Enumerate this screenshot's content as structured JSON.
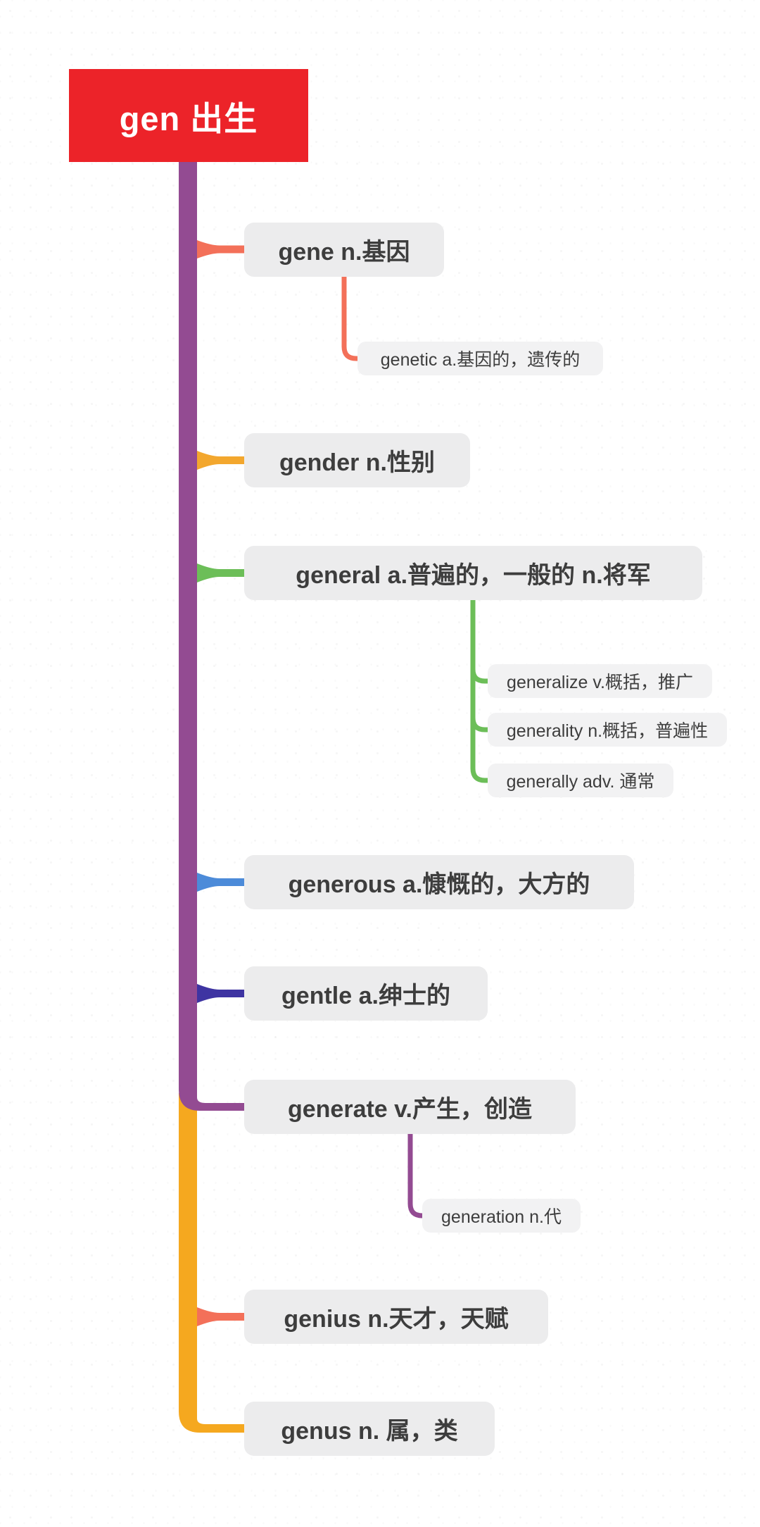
{
  "colors": {
    "root_bg": "#EC2329",
    "root_text": "#FFFFFF",
    "trunk_purple": "#934B92",
    "trunk_yellow": "#F5A81F",
    "branch_salmon": "#F37059",
    "branch_amber": "#F3A72E",
    "branch_green": "#6CBE58",
    "branch_blue": "#4C8BD9",
    "branch_indigo": "#3E34A2",
    "node_bg": "#ECECED",
    "subnode_bg": "#F2F2F3",
    "node_text": "#3D3D3D"
  },
  "mindmap": {
    "root": {
      "label": "gen 出生"
    },
    "branches": [
      {
        "label": "gene n.基因",
        "color": "salmon",
        "children": [
          {
            "label": "genetic a.基因的，遗传的"
          }
        ]
      },
      {
        "label": "gender n.性别",
        "color": "amber",
        "children": []
      },
      {
        "label": "general a.普遍的，一般的 n.将军",
        "color": "green",
        "children": [
          {
            "label": "generalize v.概括，推广"
          },
          {
            "label": "generality n.概括，普遍性"
          },
          {
            "label": "generally adv. 通常"
          }
        ]
      },
      {
        "label": "generous a.慷慨的，大方的",
        "color": "blue",
        "children": []
      },
      {
        "label": "gentle a.绅士的",
        "color": "indigo",
        "children": []
      },
      {
        "label": "generate v.产生，创造",
        "color": "purple",
        "children": [
          {
            "label": "generation n.代"
          }
        ]
      },
      {
        "label": "genius n.天才，天赋",
        "color": "salmon",
        "children": []
      },
      {
        "label": "genus n. 属，类",
        "color": "amber",
        "children": []
      }
    ]
  }
}
